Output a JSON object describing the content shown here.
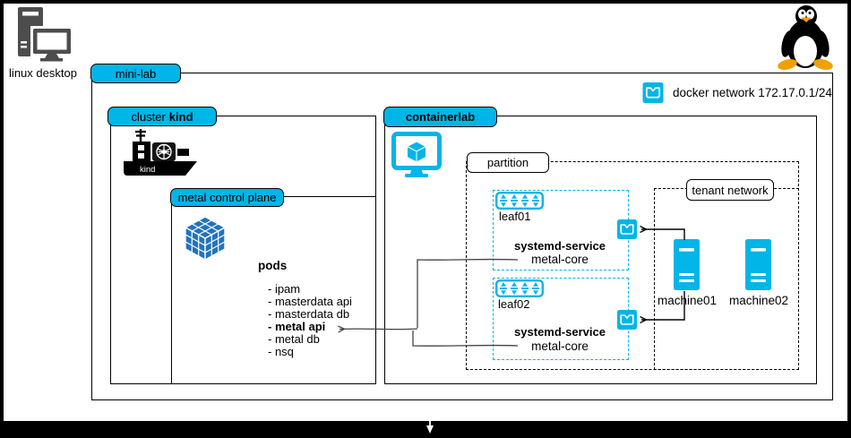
{
  "colors": {
    "cyan": "#00b5e8",
    "cube_blue": "#2173bf",
    "ink": "#000000"
  },
  "desktop": {
    "label": "linux desktop"
  },
  "legend": {
    "docker_network_label": "docker network 172.17.0.1/24"
  },
  "mini_lab": {
    "label": "mini-lab"
  },
  "cluster_kind": {
    "label_text": "cluster",
    "label_bold": "kind",
    "ship_text": "kind"
  },
  "metal_control_plane": {
    "label": "metal control plane",
    "pods_title": "pods",
    "pods": [
      "- ipam",
      "- masterdata api",
      "- masterdata db",
      "- metal api",
      "- metal db",
      "- nsq"
    ]
  },
  "containerlab": {
    "label": "containerlab"
  },
  "partition": {
    "label": "partition"
  },
  "tenant_network": {
    "label": "tenant network"
  },
  "leaves": [
    {
      "name": "leaf01",
      "service_title": "systemd-service",
      "service_name": "metal-core"
    },
    {
      "name": "leaf02",
      "service_title": "systemd-service",
      "service_name": "metal-core"
    }
  ],
  "machines": [
    {
      "name": "machine01"
    },
    {
      "name": "machine02"
    }
  ]
}
